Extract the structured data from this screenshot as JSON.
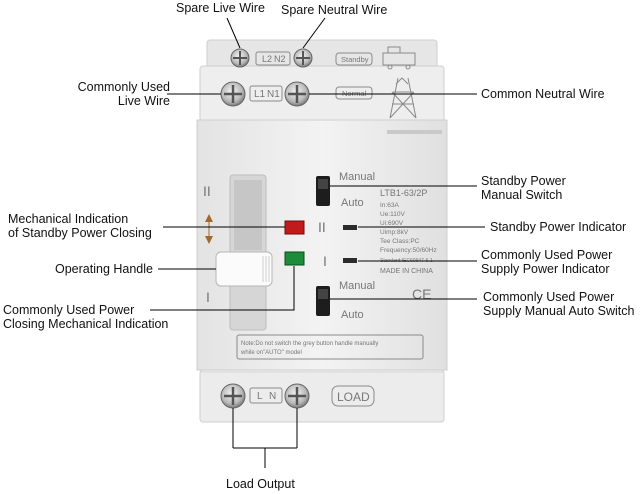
{
  "labels": {
    "spare_live_wire": "Spare Live Wire",
    "spare_neutral_wire": "Spare Neutral Wire",
    "commonly_used_live_wire": [
      "Commonly Used",
      "Live Wire"
    ],
    "common_neutral_wire": "Common Neutral Wire",
    "standby_power_manual_switch": [
      "Standby Power",
      "Manual Switch"
    ],
    "mechanical_indication_standby": [
      "Mechanical Indication",
      "of Standby Power Closing"
    ],
    "standby_power_indicator": "Standby Power Indicator",
    "commonly_used_power_supply_indicator": [
      "Commonly Used Power",
      "Supply Power Indicator"
    ],
    "operating_handle": "Operating Handle",
    "commonly_used_power_manual_auto_switch": [
      "Commonly Used Power",
      "Supply Manual Auto Switch"
    ],
    "commonly_used_power_closing_indication": [
      "Commonly Used Power",
      "Closing Mechanical Indication"
    ],
    "load_output": "Load Output"
  },
  "device": {
    "terminal_top_spare": "L2 N2",
    "terminal_top_spare_l": "L2",
    "terminal_top_spare_n": "N2",
    "terminal_top_common_l": "L1",
    "terminal_top_common_n": "N1",
    "standby_tag": "Standby",
    "normal_tag": "Normal",
    "manual_upper": "Manual",
    "auto_upper": "Auto",
    "manual_lower": "Manual",
    "auto_lower": "Auto",
    "roman_ii_left": "II",
    "roman_i_left": "I",
    "roman_ii_right": "II",
    "roman_i_right": "I",
    "model": "LTB1-63/2P",
    "specs": [
      "In:63A",
      "Ue:110V",
      "Ui:690V",
      "Uimp:8kV",
      "Tee Class:PC",
      "Frequency:50/60Hz"
    ],
    "standard": "Standard:IEC60947-6-1",
    "made_in": "MADE IN CHINA",
    "ce_mark": "CE",
    "note": [
      "Note:Do not switch the grey button handle manually",
      "while on\"AUTO\" model"
    ],
    "terminal_bottom_l": "L",
    "terminal_bottom_n": "N",
    "load_tag": "LOAD"
  }
}
